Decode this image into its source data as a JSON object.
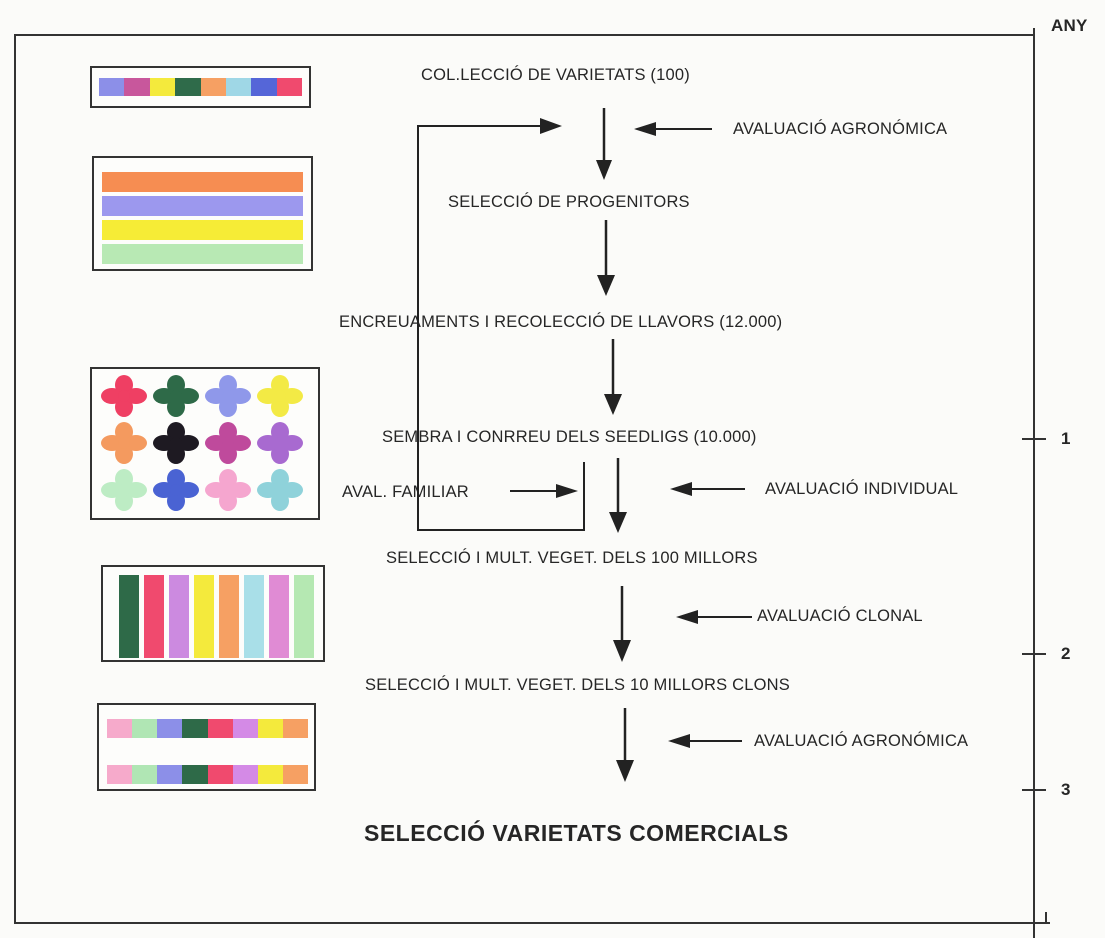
{
  "header": {
    "any_label": "ANY"
  },
  "flow": {
    "step1": "COL.LECCIÓ DE VARIETATS  (100)",
    "step2": "SELECCIÓ DE PROGENITORS",
    "step3": "ENCREUAMENTS I RECOLECCIÓ DE LLAVORS (12.000)",
    "step4": "SEMBRA I CONRREU DELS SEEDLIGS (10.000)",
    "step5": "SELECCIÓ I MULT. VEGET. DELS 100 MILLORS",
    "step6": "SELECCIÓ I MULT. VEGET. DELS 10 MILLORS CLONS",
    "final": "SELECCIÓ VARIETATS COMERCIALS"
  },
  "evaluations": {
    "agronomica_1": "AVALUACIÓ AGRONÓMICA",
    "familiar": "AVAL. FAMILIAR",
    "individual": "AVALUACIÓ INDIVIDUAL",
    "clonal": "AVALUACIÓ CLONAL",
    "agronomica_2": "AVALUACIÓ AGRONÓMICA"
  },
  "timeline": {
    "tick1": "1",
    "tick2": "2",
    "tick3": "3"
  },
  "colors": {
    "variety_strip": [
      "#8c8fe8",
      "#c8579c",
      "#f4ea3c",
      "#2f6b4a",
      "#f6a063",
      "#9fd7e6",
      "#5566d8",
      "#f04a6e"
    ],
    "progenitor_bars": [
      "#f68d52",
      "#9c98ee",
      "#f6ec36",
      "#b8e9b4"
    ],
    "clovers": [
      "#ef3f63",
      "#2e6a48",
      "#8f98ea",
      "#f3ea45",
      "#f49a5f",
      "#1e1a22",
      "#bf4a9c",
      "#a86ad0",
      "#bdecc4",
      "#4a63d3",
      "#f5a6cf",
      "#8fd2da"
    ],
    "clonal_bars": [
      "#2e6a48",
      "#f04a6e",
      "#cc8ae0",
      "#f4ea3c",
      "#f6a063",
      "#a9dfe8",
      "#e08bd4",
      "#b5e8b2"
    ],
    "final_strips": [
      "#f6aacb",
      "#b0e6b4",
      "#8c8fe8",
      "#2e6a48",
      "#f04a6e",
      "#d48ae6",
      "#f4ea3c",
      "#f6a063"
    ]
  }
}
